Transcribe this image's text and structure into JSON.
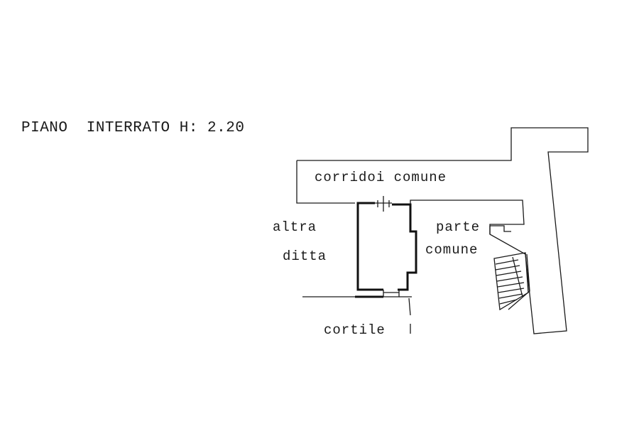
{
  "title": "PIANO  INTERRATO H: 2.20",
  "labels": {
    "corridor": "corridoi comune",
    "other_company_line1": "altra",
    "other_company_line2": "ditta",
    "common_part_line1": "parte",
    "common_part_line2": "comune",
    "courtyard": "cortile"
  },
  "colors": {
    "ink": "#1a1a1a",
    "paper": "#ffffff"
  }
}
